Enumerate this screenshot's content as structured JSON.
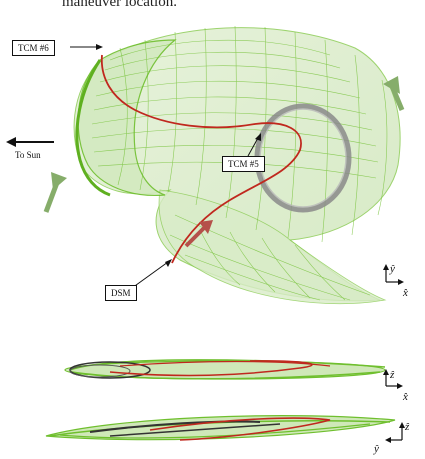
{
  "caption": "maneuver location.",
  "labels": {
    "tcm6": "TCM #6",
    "tcm5": "TCM #5",
    "to_sun": "To Sun",
    "dsm": "DSM"
  },
  "axes": {
    "main": {
      "up": "ŷ",
      "right": "x̂"
    },
    "side1": {
      "up": "ẑ",
      "right": "x̂"
    },
    "side2": {
      "up": "ẑ",
      "left": "ŷ"
    }
  },
  "colors": {
    "surface_fill": "#cfe8b8",
    "surface_line": "#6fbf2e",
    "trajectory": "#c0281e",
    "ring": "#8a8a8a",
    "flow_arrow": "#86ad6a",
    "dsm_arrow": "#b5504a"
  }
}
